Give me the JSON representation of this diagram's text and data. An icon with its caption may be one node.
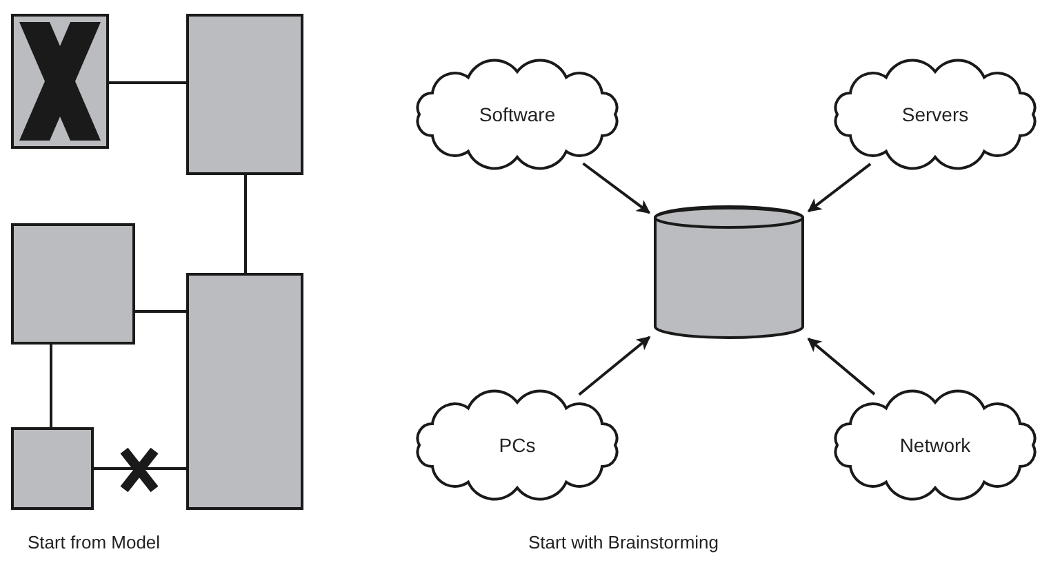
{
  "diagram": {
    "nodes": [
      {
        "text": [],
        "shape": "box"
      },
      {
        "text": [],
        "shape": "box"
      },
      {
        "text": [],
        "shape": "box"
      },
      {
        "text": [],
        "shape": "box"
      },
      {
        "text": [],
        "shape": "box"
      },
      {
        "text": [
          "Software"
        ]
      },
      {
        "text": [
          "Servers"
        ]
      },
      {
        "text": [],
        "shape": "cylinder"
      },
      {
        "text": [
          "PCs"
        ]
      },
      {
        "text": [
          "Network"
        ]
      }
    ],
    "edges": [
      {
        "from": 0,
        "to": 1,
        "arrow": "none"
      },
      {
        "from": 1,
        "to": 3,
        "arrow": "none"
      },
      {
        "from": 2,
        "to": 3,
        "arrow": "none"
      },
      {
        "from": 2,
        "to": 4,
        "arrow": "none"
      },
      {
        "from": 4,
        "to": 3,
        "arrow": "none"
      },
      {
        "from": 5,
        "to": 7,
        "arrow": "to"
      },
      {
        "from": 6,
        "to": 7,
        "arrow": "to"
      },
      {
        "from": 8,
        "to": 7,
        "arrow": "to"
      },
      {
        "from": 9,
        "to": 7,
        "arrow": "to"
      }
    ],
    "labels": [
      "Start from Model",
      "Start with Brainstorming"
    ]
  }
}
